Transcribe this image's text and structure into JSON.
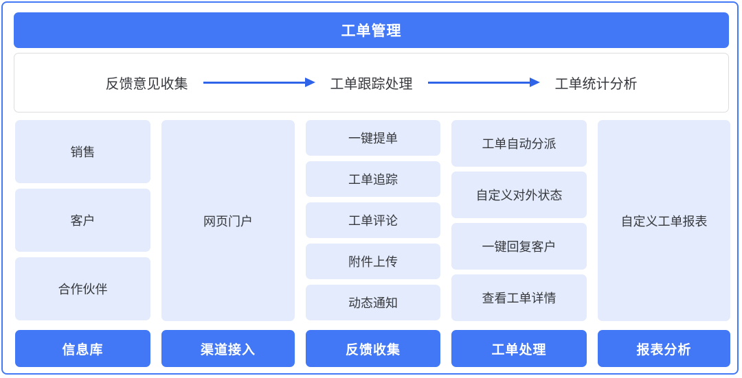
{
  "header": {
    "title": "工单管理",
    "bg_color": "#4277f5",
    "text_color": "#ffffff"
  },
  "flow": {
    "steps": [
      {
        "label": "反馈意见收集"
      },
      {
        "label": "工单跟踪处理"
      },
      {
        "label": "工单统计分析"
      }
    ],
    "arrows": [
      {
        "name": "arrow-1",
        "direction": "right",
        "color": "#2f63e8"
      },
      {
        "name": "arrow-2",
        "direction": "right",
        "color": "#2f63e8"
      }
    ],
    "border_color": "#dddddd"
  },
  "columns": [
    {
      "id": "col-info-source",
      "tiles": [
        {
          "label": "销售"
        },
        {
          "label": "客户"
        },
        {
          "label": "合作伙伴"
        }
      ]
    },
    {
      "id": "col-channel",
      "tiles": [
        {
          "label": "网页门户"
        }
      ]
    },
    {
      "id": "col-feedback",
      "tiles": [
        {
          "label": "一键提单"
        },
        {
          "label": "工单追踪"
        },
        {
          "label": "工单评论"
        },
        {
          "label": "附件上传"
        },
        {
          "label": "动态通知"
        }
      ]
    },
    {
      "id": "col-ticket-handling",
      "tiles": [
        {
          "label": "工单自动分派"
        },
        {
          "label": "自定义对外状态"
        },
        {
          "label": "一键回复客户"
        },
        {
          "label": "查看工单详情"
        }
      ]
    },
    {
      "id": "col-report",
      "tiles": [
        {
          "label": "自定义工单报表"
        }
      ]
    }
  ],
  "tile_style": {
    "bg_color": "#e3ebfc",
    "text_color": "#36383d"
  },
  "bottom_buttons": [
    {
      "label": "信息库"
    },
    {
      "label": "渠道接入"
    },
    {
      "label": "反馈收集"
    },
    {
      "label": "工单处理"
    },
    {
      "label": "报表分析"
    }
  ],
  "frame": {
    "border_color": "#4277f5"
  }
}
